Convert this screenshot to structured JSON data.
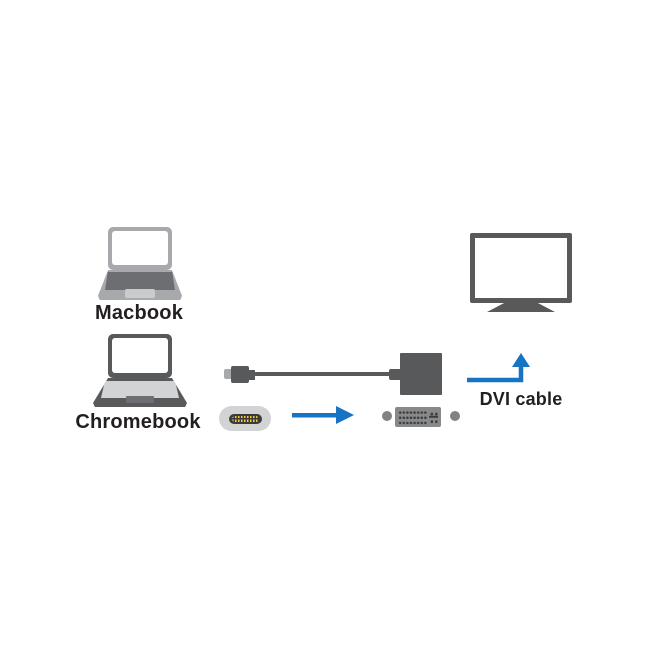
{
  "diagram": {
    "description_implied": "USB-C to DVI adapter connection diagram",
    "source_devices": [
      {
        "label": "Macbook"
      },
      {
        "label": "Chromebook"
      }
    ],
    "connection": {
      "arrow_label": "DVI cable"
    }
  },
  "labels": {
    "macbook": "Macbook",
    "chromebook": "Chromebook",
    "dvi_cable": "DVI cable"
  },
  "icons": {
    "macbook": "laptop-icon",
    "chromebook": "laptop-icon",
    "monitor": "monitor-icon",
    "usb_c_plug": "usb-c-plug-cable-icon",
    "adapter": "adapter-box-icon",
    "usb_c_front": "usb-c-port-front-icon",
    "dvi_front": "dvi-connector-front-icon",
    "right_arrow": "arrow-right-icon",
    "up_arrow": "arrow-up-elbow-icon"
  },
  "colors": {
    "background": "#ffffff",
    "dark_gray": "#58595b",
    "medium_gray": "#a7a9ac",
    "keyboard_dark": "#6d6e71",
    "deck_light": "#d1d3d4",
    "trackpad_light": "#c9cbcc",
    "dvi_body": "#87898b",
    "screw_gray": "#808285",
    "pin_dark": "#3b3b3d",
    "pin_yellow": "#f2cf2a",
    "arrow_blue": "#1774c4",
    "text_color": "#231f20"
  }
}
